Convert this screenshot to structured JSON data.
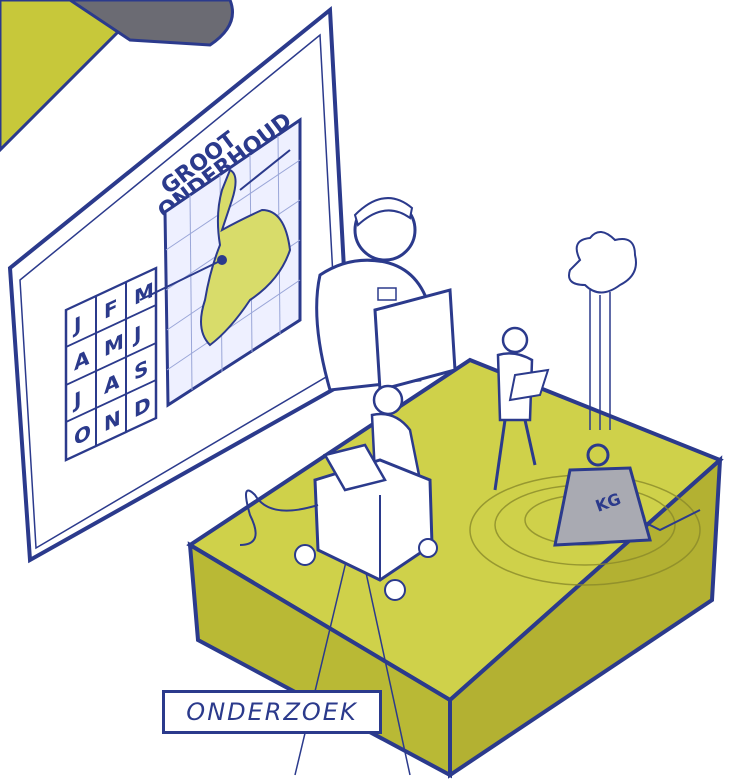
{
  "board": {
    "title_line1": "GROOT",
    "title_line2": "ONDERHOUD",
    "calendar": [
      [
        "J",
        "F",
        "M"
      ],
      [
        "A",
        "M",
        "J"
      ],
      [
        "J",
        "A",
        "S"
      ],
      [
        "O",
        "N",
        "D"
      ]
    ]
  },
  "weight": {
    "label": "KG"
  },
  "caption": {
    "label": "ONDERZOEK"
  },
  "colors": {
    "ink": "#2b3a8c",
    "ground_top": "#cfd14a",
    "ground_side": "#b9b935",
    "map_fill": "#d8dc6a"
  }
}
